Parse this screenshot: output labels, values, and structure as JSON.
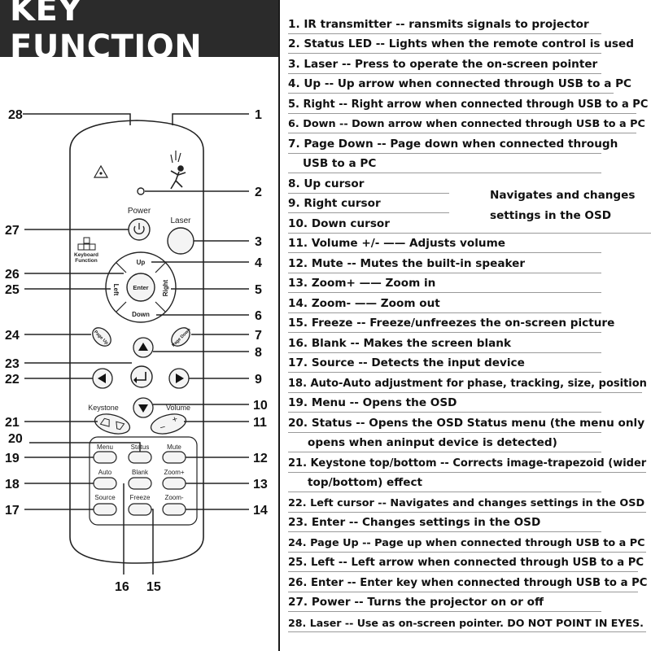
{
  "header": {
    "title": "KEY FUNCTION"
  },
  "remote": {
    "button_labels": {
      "power": "Power",
      "laser": "Laser",
      "up": "Up",
      "down": "Down",
      "left": "Left",
      "right": "Right",
      "enter": "Enter",
      "page_up": "Page Up",
      "page_down": "Page Down",
      "keystone": "Keystone",
      "volume": "Volume",
      "menu": "Menu",
      "status": "Status",
      "mute": "Mute",
      "auto": "Auto",
      "blank": "Blank",
      "zoom_plus": "Zoom+",
      "source": "Source",
      "freeze": "Freeze",
      "zoom_minus": "Zoom-",
      "keyboard_function_1": "Keyboard",
      "keyboard_function_2": "Function",
      "minus": "−",
      "plus": "+"
    },
    "callouts": [
      "1",
      "2",
      "3",
      "4",
      "5",
      "6",
      "7",
      "8",
      "9",
      "10",
      "11",
      "12",
      "13",
      "14",
      "15",
      "16",
      "17",
      "18",
      "19",
      "20",
      "21",
      "22",
      "23",
      "24",
      "25",
      "26",
      "27",
      "28"
    ]
  },
  "key_list": [
    "1. IR transmitter -- ransmits signals to projector",
    "2. Status LED -- Lights when the remote control is used",
    "3. Laser -- Press to operate the on-screen pointer",
    "4. Up -- Up arrow when connected through USB to a PC",
    "5. Right -- Right arrow when connected through USB to a PC",
    "6. Down -- Down arrow when connected through USB to a PC",
    "7. Page Down -- Page down when connected through",
    "USB to a PC",
    "8. Up cursor",
    "9. Right cursor",
    "10. Down cursor",
    "11. Volume +/-    —— Adjusts volume",
    "12. Mute  -- Mutes the built-in speaker",
    "13. Zoom+ —— Zoom in",
    "14. Zoom- —— Zoom out",
    "15. Freeze -- Freeze/unfreezes the on-screen picture",
    "16. Blank -- Makes the screen blank",
    "17. Source -- Detects the input device",
    "18. Auto-Auto adjustment for phase, tracking, size, position",
    "19. Menu -- Opens the OSD",
    "20. Status -- Opens the OSD Status menu (the menu only",
    "opens when aninput device is detected)",
    "21. Keystone top/bottom -- Corrects image-trapezoid (wider",
    "top/bottom) effect",
    "22. Left cursor -- Navigates and changes settings in the OSD",
    "23. Enter -- Changes settings in the OSD",
    "24. Page Up -- Page up when connected through USB to a PC",
    "25. Left -- Left arrow when connected through USB to a PC",
    "26. Enter -- Enter key when connected through USB to a PC",
    "27. Power -- Turns the projector on or off",
    "28. Laser -- Use as on-screen pointer. DO NOT POINT IN EYES."
  ],
  "cursor_group_note": {
    "line1": "Navigates and changes",
    "line2": "settings in the OSD"
  }
}
